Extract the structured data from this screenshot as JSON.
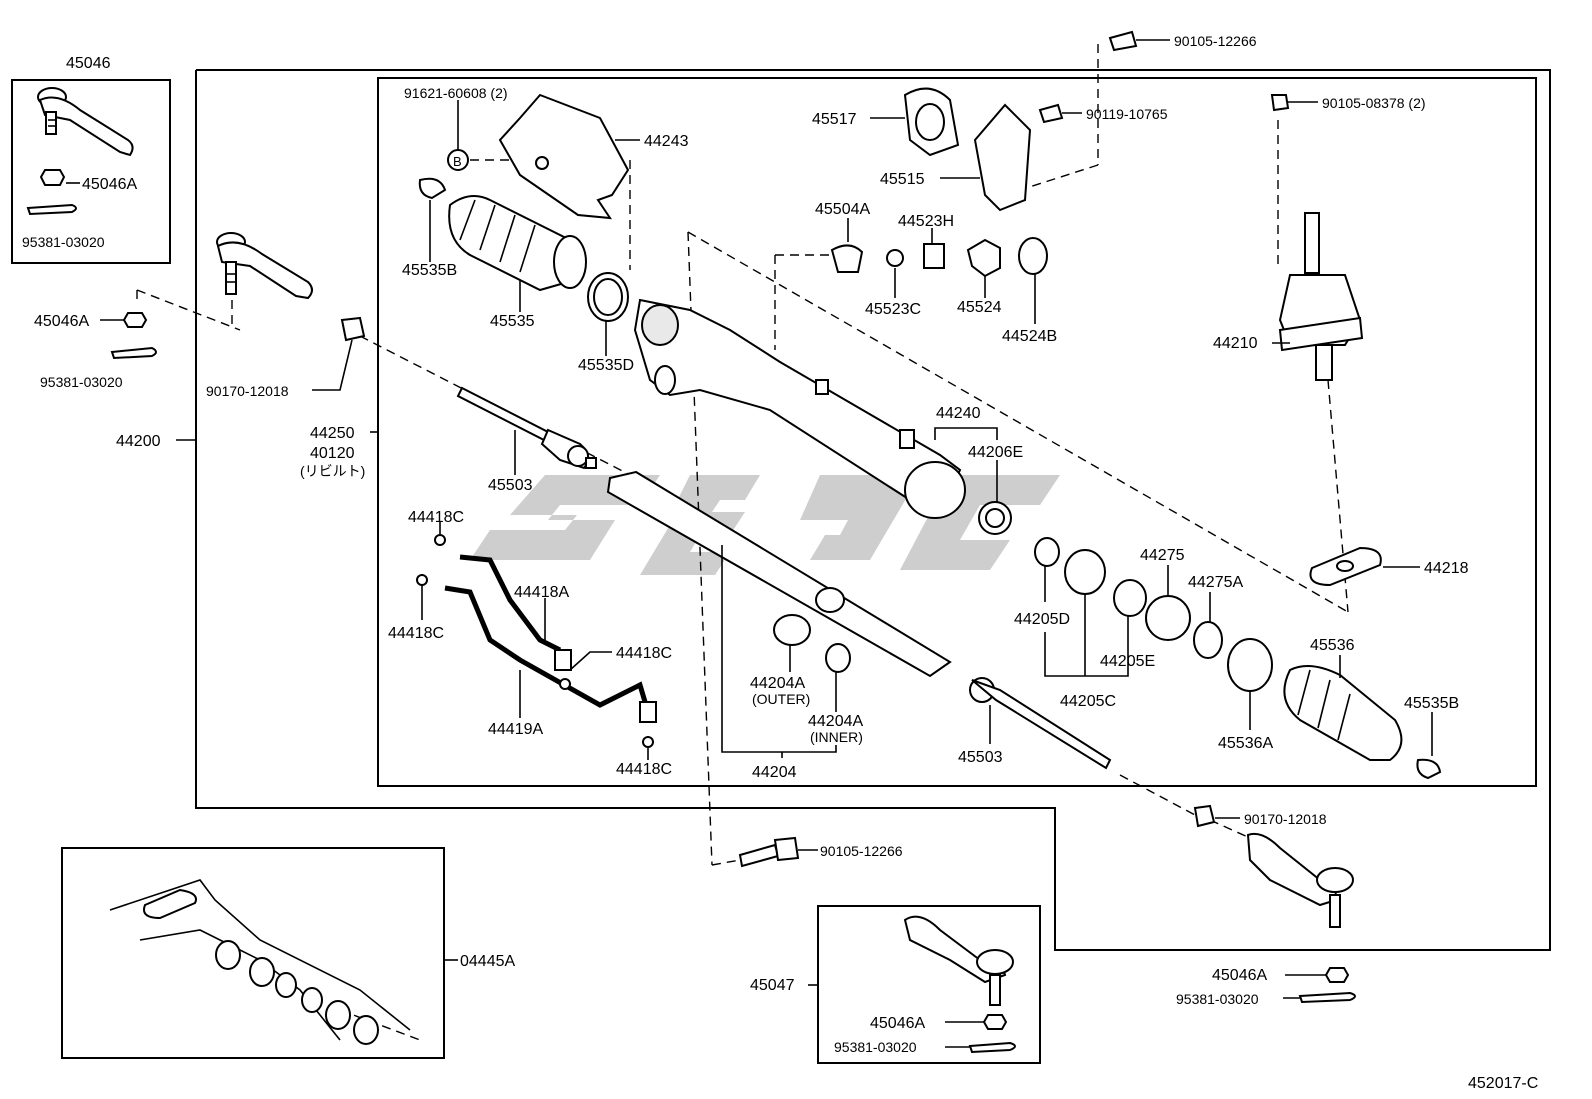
{
  "diagram_code": "452017-C",
  "callouts": {
    "c45046": "45046",
    "c45046A_tl": "45046A",
    "c95381_tl": "95381-03020",
    "c45046A_l": "45046A",
    "c95381_l": "95381-03020",
    "c44200": "44200",
    "c90170_l": "90170-12018",
    "c44250": "44250",
    "c40120": "40120",
    "c_rebuilt": "(リビルト)",
    "c91621": "91621-60608 (2)",
    "c44243": "44243",
    "c45535B_t": "45535B",
    "c45535": "45535",
    "c45535D": "45535D",
    "c45517": "45517",
    "c45515": "45515",
    "c90105_t": "90105-12266",
    "c90119": "90119-10765",
    "c90105_r": "90105-08378 (2)",
    "c45504A": "45504A",
    "c44523H": "44523H",
    "c45523C": "45523C",
    "c45524": "45524",
    "c44524B": "44524B",
    "c44210": "44210",
    "c44240": "44240",
    "c44206E": "44206E",
    "c45503_l": "45503",
    "c44418C_1": "44418C",
    "c44418C_2": "44418C",
    "c44418A": "44418A",
    "c44418C_3": "44418C",
    "c44419A": "44419A",
    "c44418C_4": "44418C",
    "c44204A_o": "44204A",
    "c_outer": "(OUTER)",
    "c44204A_i": "44204A",
    "c_inner": "(INNER)",
    "c44204": "44204",
    "c44205D": "44205D",
    "c44275": "44275",
    "c44275A": "44275A",
    "c44205E": "44205E",
    "c44205C": "44205C",
    "c44218": "44218",
    "c45536": "45536",
    "c45536A": "45536A",
    "c45535B_r": "45535B",
    "c45503_r": "45503",
    "c90170_r": "90170-12018",
    "c90105_b": "90105-12266",
    "c04445A": "04445A",
    "c45047": "45047",
    "c45046A_b": "45046A",
    "c95381_b": "95381-03020",
    "c45046A_br": "45046A",
    "c95381_br": "95381-03020"
  },
  "marker_b": "B"
}
